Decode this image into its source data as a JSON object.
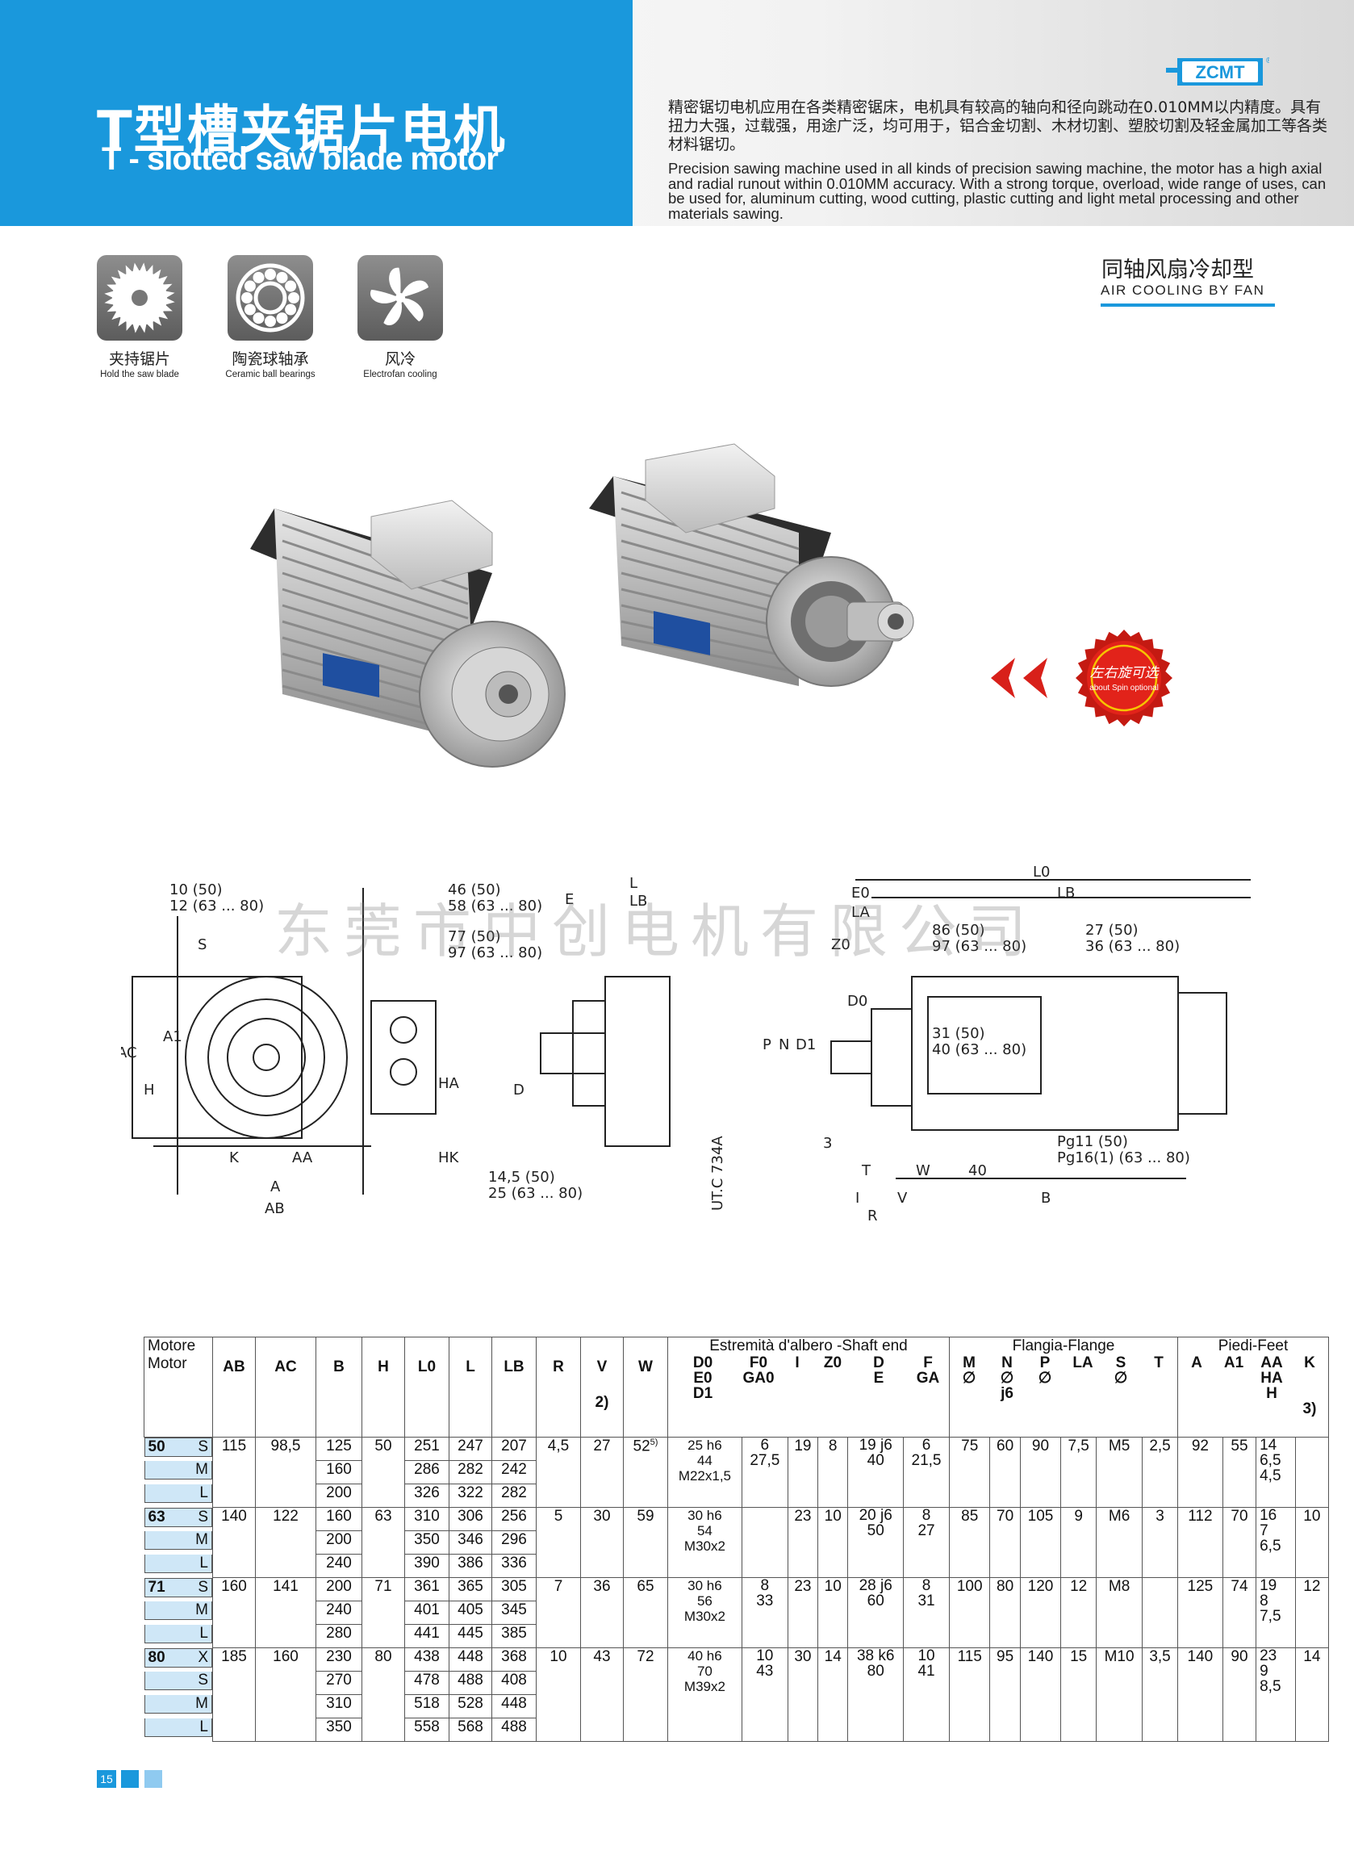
{
  "header": {
    "title_cn": "T型槽夹锯片电机",
    "title_en": "T - slotted saw blade motor",
    "desc_cn": "精密锯切电机应用在各类精密锯床，电机具有较高的轴向和径向跳动在0.010MM以内精度。具有扭力大强，过载强，用途广泛，均可用于，铝合金切割、木材切割、塑胶切割及轻金属加工等各类材料锯切。",
    "desc_en": "Precision sawing machine used in all kinds of precision sawing machine, the motor has a high axial and radial runout within 0.010MM accuracy. With a strong torque, overload, wide range of uses, can be used for, aluminum cutting, wood cutting, plastic cutting and light metal processing and other materials sawing."
  },
  "logo": {
    "text": "ZCMT",
    "reg": "®",
    "color": "#1a98dc"
  },
  "features": [
    {
      "cn": "夹持锯片",
      "en": "Hold the saw blade",
      "icon": "saw-blade-icon"
    },
    {
      "cn": "陶瓷球轴承",
      "en": "Ceramic ball bearings",
      "icon": "ball-bearing-icon"
    },
    {
      "cn": "风冷",
      "en": "Electrofan cooling",
      "icon": "fan-icon"
    }
  ],
  "cooling": {
    "cn": "同轴风扇冷却型",
    "en": "AIR COOLING BY FAN"
  },
  "badge": {
    "cn": "左右旋可选",
    "en": "about Spin optional"
  },
  "watermark": "东莞市中创电机有限公司",
  "drawing": {
    "front": {
      "dim_top_left": [
        "10 (50)",
        "12 (63 ... 80)"
      ],
      "dim_top_right": [
        "46 (50)",
        "58 (63 ... 80)",
        "77 (50)",
        "97 (63 ... 80)"
      ],
      "labels": [
        "S",
        "AC",
        "A1",
        "H",
        "HA",
        "K",
        "AA",
        "HK",
        "A",
        "AB"
      ],
      "dim_bottom": [
        "14,5 (50)",
        "25   (63 ... 80)"
      ]
    },
    "shaft": {
      "labels": [
        "E",
        "L",
        "LB",
        "D"
      ],
      "code": "UT.C 734A"
    },
    "side": {
      "labels": [
        "L0",
        "E0",
        "LB",
        "LA",
        "Z0",
        "D0",
        "P",
        "N",
        "D1",
        "3",
        "T",
        "W",
        "40",
        "B",
        "V",
        "I",
        "R"
      ],
      "dim1": [
        "86 (50)",
        "97 (63 ... 80)"
      ],
      "dim2": [
        "27 (50)",
        "36 (63 ... 80)"
      ],
      "dim3": [
        "31 (50)",
        "40 (63 ... 80)"
      ],
      "dim4": [
        "Pg11  (50)",
        "Pg16(1) (63 ... 80)"
      ]
    }
  },
  "table": {
    "head": {
      "motor": [
        "Motore",
        "Motor"
      ],
      "cols": [
        "AB",
        "AC",
        "B",
        "H",
        "L0",
        "L",
        "LB",
        "R",
        "V",
        "W"
      ],
      "v_note": "2)",
      "shaft_group": "Estremità d'albero -Shaft end",
      "shaft_cols": [
        [
          "D0",
          "E0",
          "D1"
        ],
        [
          "F0",
          "GA0"
        ],
        [
          "I"
        ],
        [
          "Z0"
        ],
        [
          "D",
          "E"
        ],
        [
          "F",
          "GA"
        ]
      ],
      "flange_group": "Flangia-Flange",
      "flange_cols": [
        [
          "M",
          "∅"
        ],
        [
          "N",
          "∅",
          "j6"
        ],
        [
          "P",
          "∅"
        ],
        [
          "LA"
        ],
        [
          "S",
          "∅"
        ],
        [
          "T"
        ]
      ],
      "feet_group": "Piedi-Feet",
      "feet_cols": [
        [
          "A"
        ],
        [
          "A1"
        ],
        [
          "AA",
          "HA",
          "H"
        ],
        [
          "K"
        ]
      ],
      "k_note": "3)"
    },
    "groups": [
      {
        "size": "50",
        "variants": [
          "S",
          "M",
          "L"
        ],
        "B": [
          "125",
          "160",
          "200"
        ],
        "L0": [
          "251",
          "286",
          "326"
        ],
        "L": [
          "247",
          "282",
          "322"
        ],
        "LB": [
          "207",
          "242",
          "282"
        ],
        "AB": "115",
        "AC": "98,5",
        "H": "50",
        "R": "4,5",
        "V": "27",
        "W": "52",
        "W_sup": "5)",
        "shaft": [
          "25 h6",
          "44",
          "M22x1,5"
        ],
        "fga0": [
          "6",
          "27,5"
        ],
        "I": "19",
        "Z0": "8",
        "de": [
          "19 j6",
          "40"
        ],
        "fga": [
          "6",
          "21,5"
        ],
        "M": "75",
        "N": "60",
        "P": "90",
        "LA": "7,5",
        "S": "M5",
        "T": "2,5",
        "A": "92",
        "A1": "55",
        "aa": [
          "14",
          "6,5",
          "4,5"
        ],
        "K": ""
      },
      {
        "size": "63",
        "variants": [
          "S",
          "M",
          "L"
        ],
        "B": [
          "160",
          "200",
          "240"
        ],
        "L0": [
          "310",
          "350",
          "390"
        ],
        "L": [
          "306",
          "346",
          "386"
        ],
        "LB": [
          "256",
          "296",
          "336"
        ],
        "AB": "140",
        "AC": "122",
        "H": "63",
        "R": "5",
        "V": "30",
        "W": "59",
        "W_sup": "",
        "shaft": [
          "30 h6",
          "54",
          "M30x2"
        ],
        "fga0": [],
        "I": "23",
        "Z0": "10",
        "de": [
          "20 j6",
          "50"
        ],
        "fga": [
          "8",
          "27"
        ],
        "M": "85",
        "N": "70",
        "P": "105",
        "LA": "9",
        "S": "M6",
        "T": "3",
        "A": "112",
        "A1": "70",
        "aa": [
          "16",
          "7",
          "6,5"
        ],
        "K": "10"
      },
      {
        "size": "71",
        "variants": [
          "S",
          "M",
          "L"
        ],
        "B": [
          "200",
          "240",
          "280"
        ],
        "L0": [
          "361",
          "401",
          "441"
        ],
        "L": [
          "365",
          "405",
          "445"
        ],
        "LB": [
          "305",
          "345",
          "385"
        ],
        "AB": "160",
        "AC": "141",
        "H": "71",
        "R": "7",
        "V": "36",
        "W": "65",
        "W_sup": "",
        "shaft": [
          "30 h6",
          "56",
          "M30x2"
        ],
        "fga0": [
          "8",
          "33"
        ],
        "I": "23",
        "Z0": "10",
        "de": [
          "28 j6",
          "60"
        ],
        "fga": [
          "8",
          "31"
        ],
        "M": "100",
        "N": "80",
        "P": "120",
        "LA": "12",
        "S": "M8",
        "T": "",
        "A": "125",
        "A1": "74",
        "aa": [
          "19",
          "8",
          "7,5"
        ],
        "K": "12"
      },
      {
        "size": "80",
        "variants": [
          "X",
          "S",
          "M",
          "L"
        ],
        "B": [
          "230",
          "270",
          "310",
          "350"
        ],
        "L0": [
          "438",
          "478",
          "518",
          "558"
        ],
        "L": [
          "448",
          "488",
          "528",
          "568"
        ],
        "LB": [
          "368",
          "408",
          "448",
          "488"
        ],
        "AB": "185",
        "AC": "160",
        "H": "80",
        "R": "10",
        "V": "43",
        "W": "72",
        "W_sup": "",
        "shaft": [
          "40 h6",
          "70",
          "M39x2"
        ],
        "fga0": [
          "10",
          "43"
        ],
        "I": "30",
        "Z0": "14",
        "de": [
          "38 k6",
          "80"
        ],
        "fga": [
          "10",
          "41"
        ],
        "M": "115",
        "N": "95",
        "P": "140",
        "LA": "15",
        "S": "M10",
        "T": "3,5",
        "A": "140",
        "A1": "90",
        "aa": [
          "23",
          "9",
          "8,5"
        ],
        "K": "14"
      }
    ]
  },
  "page": {
    "number": "15"
  },
  "colors": {
    "brand_blue": "#1a98dc",
    "size_cell": "#cfe7f7",
    "badge_red": "#e2231a",
    "arrow_red": "#d8201a"
  }
}
